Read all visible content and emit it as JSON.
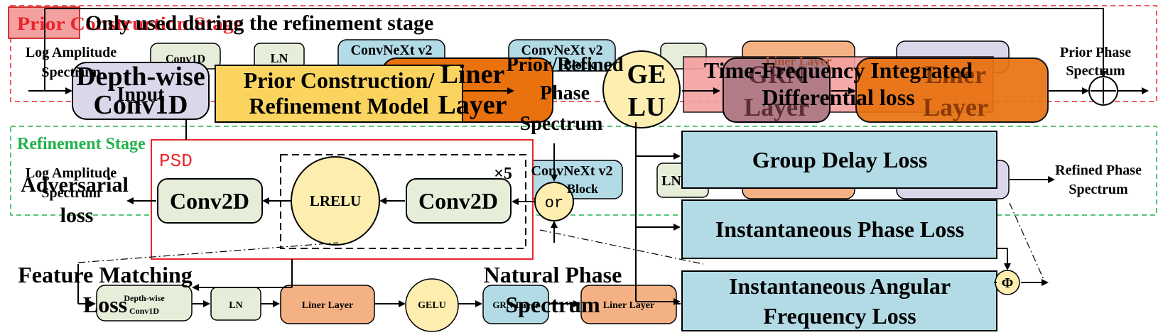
{
  "labels": {
    "prior_stage_title": "Prior Construction Stage",
    "refinement_stage_title": "Refinement Stage",
    "only_used_note": "Only used during the refinement stage",
    "log_amplitude_top_1": "Log Amplitude",
    "log_amplitude_top_2": "Spectrum",
    "log_amplitude_bottom_1": "Log Amplitude",
    "log_amplitude_bottom_2": "Spectrum",
    "prior_phase_1": "Prior Phase",
    "prior_phase_2": "Spectrum",
    "refined_phase_1": "Refined Phase",
    "refined_phase_2": "Spectrum",
    "input_label": "Input",
    "prior_refined_1": "Prior/Refined",
    "prior_refined_2": "Phase",
    "prior_refined_3": "Spectrum",
    "natural_phase_1": "Natural Phase",
    "natural_phase_2": "Spectrum",
    "adversarial_1": "Adversarial",
    "adversarial_2": "loss",
    "feature_matching_1": "Feature Matching",
    "feature_matching_2": "Loss",
    "x5": "×5",
    "psd": "PSD"
  },
  "blocks": {
    "depthwise_big_1": "Depth-wise",
    "depthwise_big_2": "Conv1D",
    "model_1": "Prior Construction/",
    "model_2": "Refinement Model",
    "liner_big_1": "Liner",
    "liner_big_2": "Layer",
    "gelu_big_1": "GE",
    "gelu_big_2": "LU",
    "grn_big_1": "GRN",
    "grn_big_2": "Layer",
    "liner_big2_1": "Liner",
    "liner_big2_2": "Layer",
    "conv1d_small": "Conv1D",
    "ln_small_top": "LN",
    "ln_small_mid": "LN",
    "convnext_a_1": "ConvNeXt v2",
    "convnext_b_1": "ConvNeXt v2",
    "convnext_b_2": "Block",
    "convnext_c_1": "ConvNeXt v2",
    "convnext_c_2": "Block",
    "liner_layer_faint": "Liner Layer",
    "tfi_1": "Time-Frequency Integrated",
    "tfi_2": "Differential loss",
    "group_delay": "Group Delay Loss",
    "inst_phase": "Instantaneous Phase Loss",
    "iaf_1": "Instantaneous Angular",
    "iaf_2": "Frequency Loss",
    "conv2d_left": "Conv2D",
    "lrelu": "LRELU",
    "conv2d_right": "Conv2D",
    "or": "or",
    "dw_bottom_1": "Depth-wise",
    "dw_bottom_2": "Conv1D",
    "ln_bottom": "LN",
    "liner_bottom_1": "Liner Layer",
    "gelu_bottom": "GELU",
    "grn_bottom": "GRN Layer",
    "liner_bottom_2": "Liner Layer",
    "phi": "Φ",
    "plus": "+"
  },
  "colors": {
    "red_dash": "#e8262b",
    "green_dash": "#22b24c",
    "lavender": "#dcd6ea",
    "yellow": "#fbd460",
    "orange": "#e9720f",
    "lightblue": "#b3dbe6",
    "peach": "#f4b183",
    "palegreen": "#e6eed9",
    "cream": "#fdeeb0",
    "pink": "#f5a0a0",
    "mauve": "#b27c87"
  }
}
